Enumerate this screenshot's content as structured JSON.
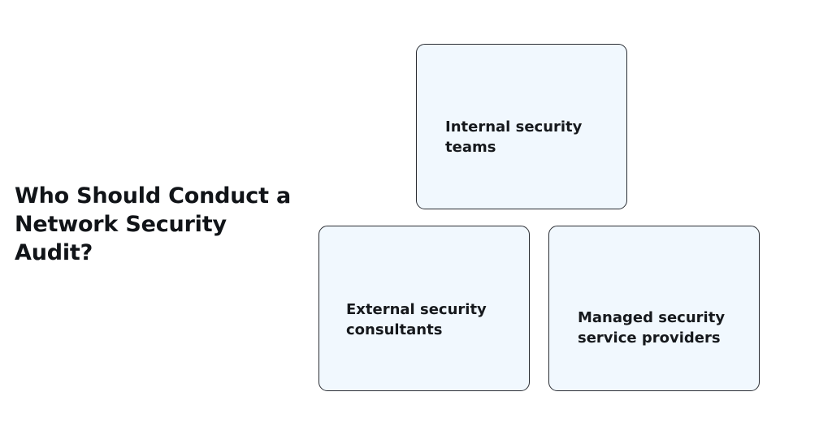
{
  "heading": {
    "lines": [
      "Who Should Conduct a",
      "Network Security",
      "Audit?"
    ]
  },
  "boxes": [
    {
      "lines": [
        "Internal security",
        "teams"
      ]
    },
    {
      "lines": [
        "External security",
        "consultants"
      ]
    },
    {
      "lines": [
        "Managed security",
        "service providers"
      ]
    }
  ],
  "colors": {
    "box_fill": "#f1f8fe",
    "box_border": "#2a2d33",
    "text": "#111418",
    "background": "#ffffff"
  }
}
